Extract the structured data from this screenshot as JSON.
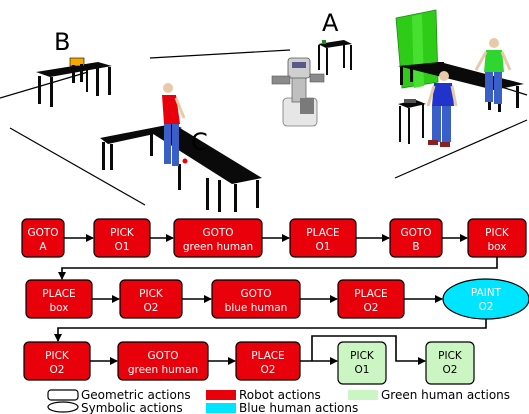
{
  "scene": {
    "labels": {
      "a": "A",
      "b": "B",
      "c": "C"
    }
  },
  "colors": {
    "robot": "#e8000b",
    "green_human": "#ccf5c4",
    "blue_human": "#00e5ff"
  },
  "nodes": {
    "n1": {
      "line1": "GOTO",
      "line2": "A"
    },
    "n2": {
      "line1": "PICK",
      "line2": "O1"
    },
    "n3": {
      "line1": "GOTO",
      "line2": "green human"
    },
    "n4": {
      "line1": "PLACE",
      "line2": "O1"
    },
    "n5": {
      "line1": "GOTO",
      "line2": "B"
    },
    "n6": {
      "line1": "PICK",
      "line2": "box"
    },
    "n7": {
      "line1": "PLACE",
      "line2": "box"
    },
    "n8": {
      "line1": "PICK",
      "line2": "O2"
    },
    "n9": {
      "line1": "GOTO",
      "line2": "blue human"
    },
    "n10": {
      "line1": "PLACE",
      "line2": "O2"
    },
    "n11": {
      "line1": "PAINT",
      "line2": "O2"
    },
    "n12": {
      "line1": "PICK",
      "line2": "O2"
    },
    "n13": {
      "line1": "GOTO",
      "line2": "green human"
    },
    "n14": {
      "line1": "PLACE",
      "line2": "O2"
    },
    "n15": {
      "line1": "PICK",
      "line2": "O1"
    },
    "n16": {
      "line1": "PICK",
      "line2": "O2"
    }
  },
  "legend": {
    "geometric": "Geometric actions",
    "symbolic": "Symbolic actions",
    "robot": "Robot actions",
    "blue": "Blue human actions",
    "green": "Green human actions"
  }
}
